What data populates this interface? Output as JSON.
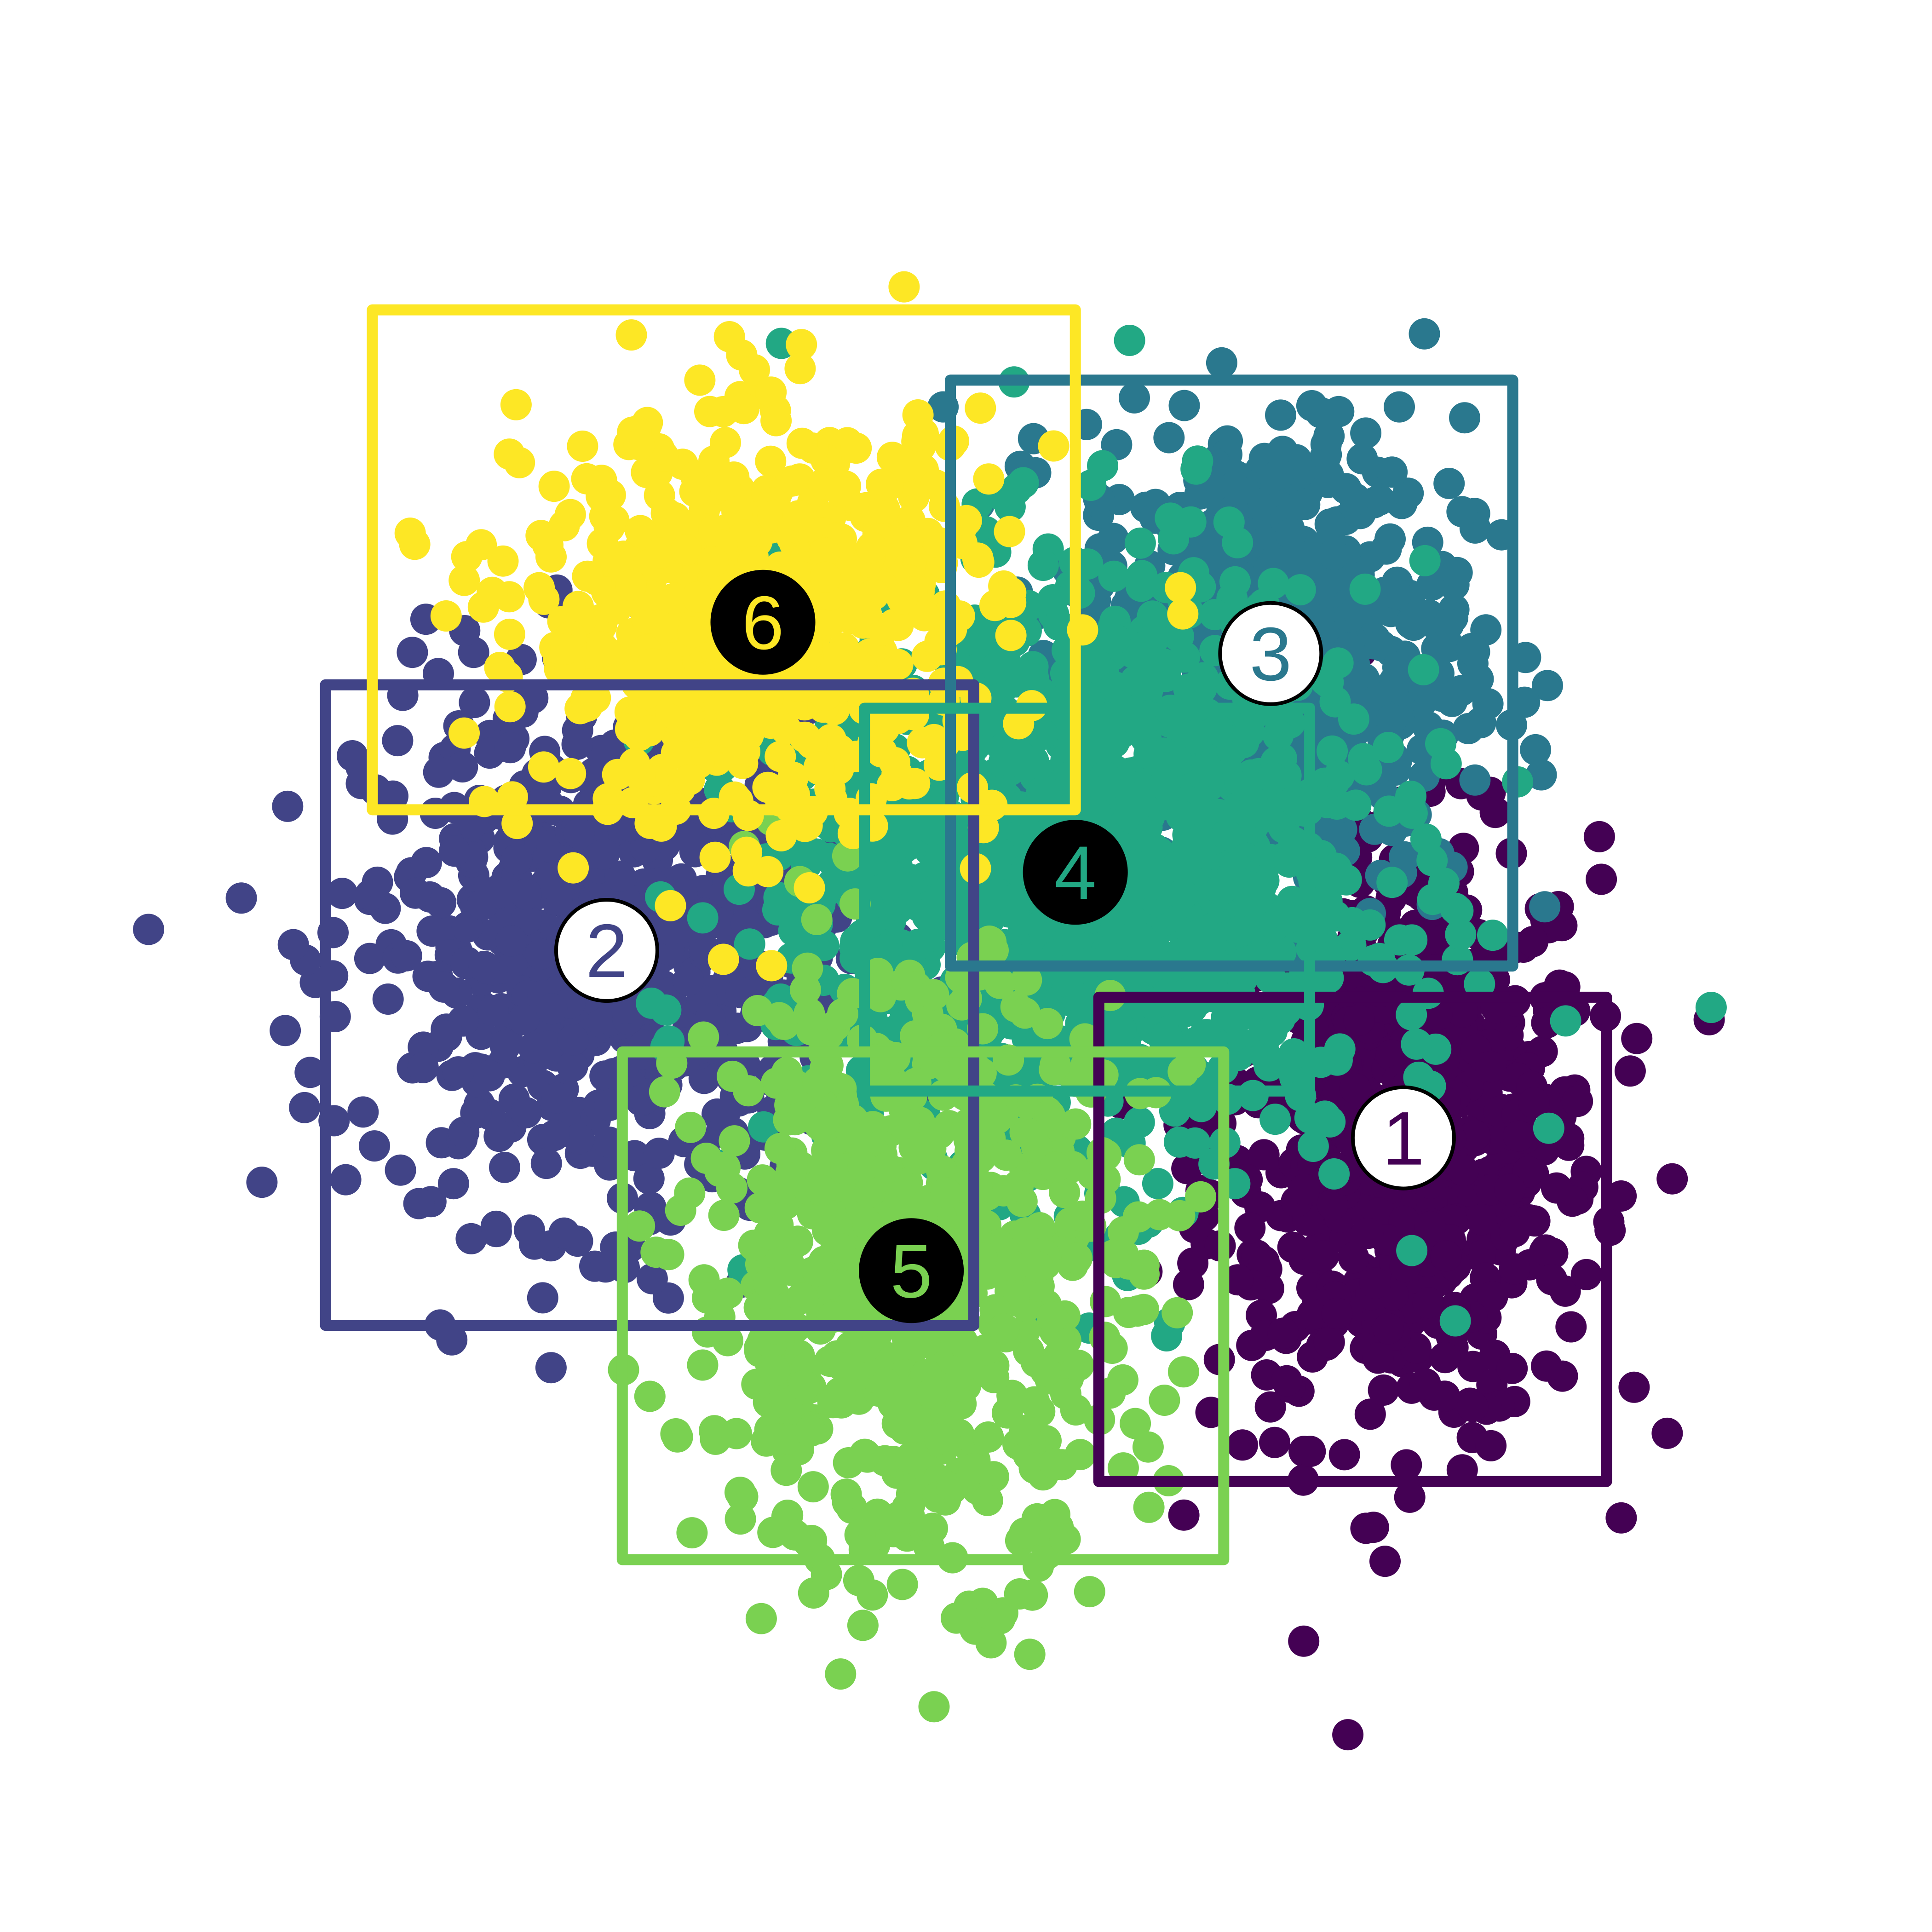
{
  "chart_data": {
    "type": "scatter",
    "title": "",
    "xlabel": "",
    "ylabel": "",
    "axes_visible": false,
    "grid": false,
    "xlim": [
      -5.3,
      5.3
    ],
    "ylim": [
      -5.3,
      5.3
    ],
    "clusters": [
      {
        "label": "1",
        "color": "#440154",
        "center": [
          2.8,
          -1.1
        ],
        "spread": [
          0.62,
          0.95
        ],
        "n": 700,
        "box": [
          0.85,
          -3.3,
          4.1,
          -0.2
        ],
        "label_pos": [
          2.8,
          -1.1
        ],
        "label_style": "white"
      },
      {
        "label": "2",
        "color": "#414487",
        "center": [
          -2.3,
          0.1
        ],
        "spread": [
          0.78,
          0.85
        ],
        "n": 700,
        "box": [
          -4.1,
          -2.3,
          0.05,
          1.8
        ],
        "label_pos": [
          -2.3,
          0.1
        ],
        "label_style": "white"
      },
      {
        "label": "3",
        "color": "#2a788e",
        "center": [
          1.95,
          2.0
        ],
        "spread": [
          0.62,
          0.75
        ],
        "n": 700,
        "box": [
          -0.1,
          0.0,
          3.5,
          3.75
        ],
        "label_pos": [
          1.95,
          2.0
        ],
        "label_style": "white"
      },
      {
        "label": "4",
        "color": "#22a884",
        "center": [
          0.7,
          0.6
        ],
        "spread": [
          0.95,
          0.95
        ],
        "n": 1400,
        "box": [
          -0.65,
          -0.8,
          2.2,
          1.65
        ],
        "label_pos": [
          0.7,
          0.6
        ],
        "label_style": "black"
      },
      {
        "label": "5",
        "color": "#7ad151",
        "center": [
          -0.35,
          -1.95
        ],
        "spread": [
          0.72,
          0.95
        ],
        "n": 700,
        "box": [
          -2.2,
          -3.8,
          1.65,
          -0.55
        ],
        "label_pos": [
          -0.35,
          -1.95
        ],
        "label_style": "black"
      },
      {
        "label": "6",
        "color": "#fde725",
        "center": [
          -1.3,
          2.2
        ],
        "spread": [
          0.75,
          0.65
        ],
        "n": 700,
        "box": [
          -3.8,
          1.0,
          0.7,
          4.2
        ],
        "label_pos": [
          -1.3,
          2.2
        ],
        "label_style": "black"
      }
    ]
  }
}
